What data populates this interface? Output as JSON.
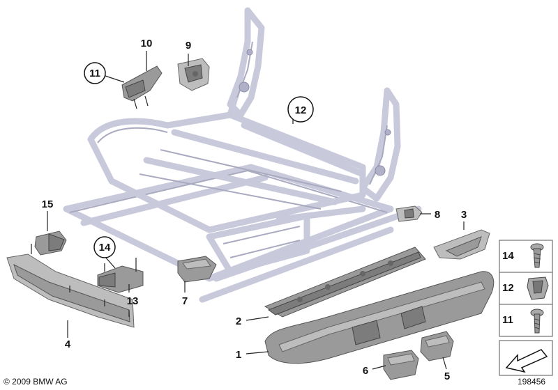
{
  "callouts": [
    {
      "id": "1",
      "text": "1"
    },
    {
      "id": "2",
      "text": "2"
    },
    {
      "id": "3",
      "text": "3"
    },
    {
      "id": "4",
      "text": "4"
    },
    {
      "id": "5",
      "text": "5"
    },
    {
      "id": "6",
      "text": "6"
    },
    {
      "id": "7",
      "text": "7"
    },
    {
      "id": "8",
      "text": "8"
    },
    {
      "id": "9",
      "text": "9"
    },
    {
      "id": "10",
      "text": "10"
    },
    {
      "id": "11",
      "text": "11",
      "circled": true
    },
    {
      "id": "12",
      "text": "12",
      "circled": true
    },
    {
      "id": "13",
      "text": "13"
    },
    {
      "id": "14",
      "text": "14",
      "circled": true
    },
    {
      "id": "15",
      "text": "15"
    }
  ],
  "legend": [
    {
      "number": "14",
      "icon": "screw-icon"
    },
    {
      "number": "12",
      "icon": "clip-icon"
    },
    {
      "number": "11",
      "icon": "bolt-icon"
    }
  ],
  "legend_arrow_icon": "direction-arrow-icon",
  "copyright": "© 2009 BMW AG",
  "doc_number": "198456",
  "colors": {
    "frame": "#c9c9dc",
    "parts": "#9a9a9a",
    "ink": "#111111"
  }
}
